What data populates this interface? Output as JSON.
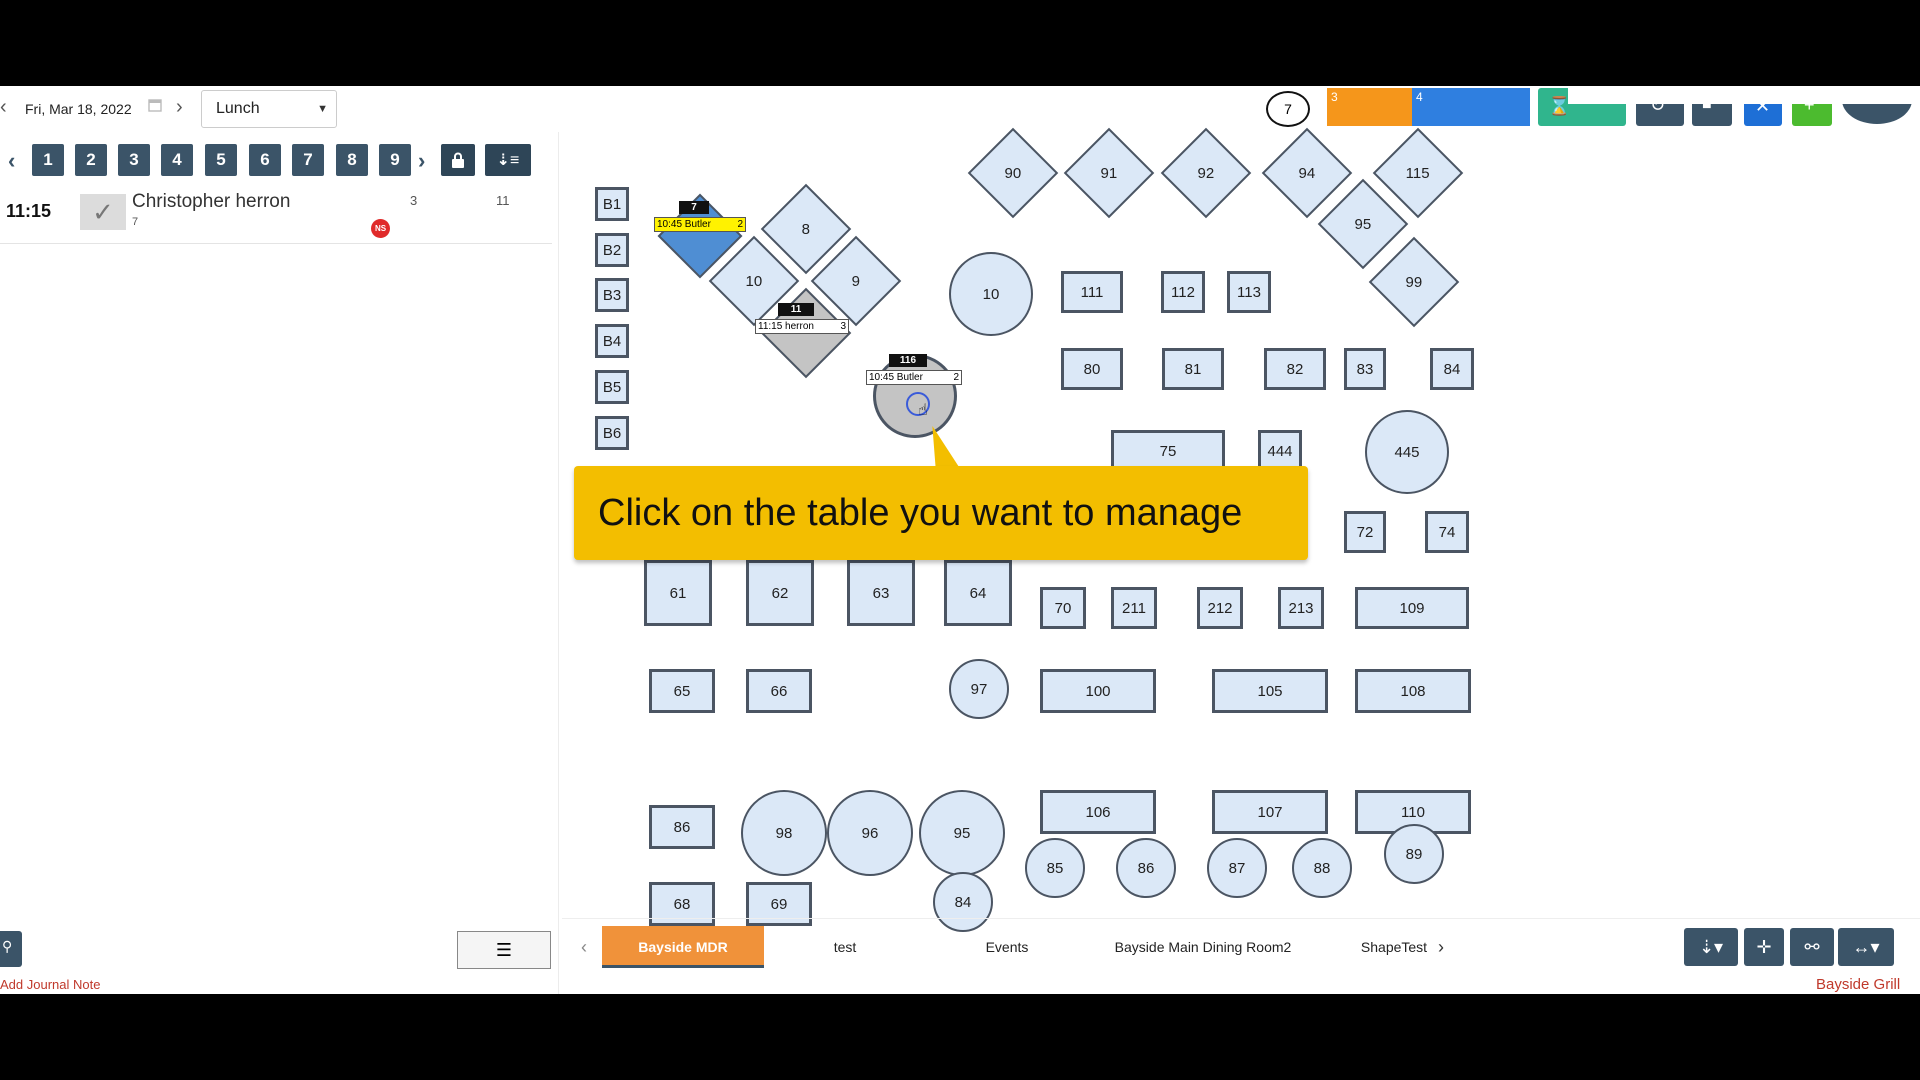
{
  "header": {
    "date": "Fri, Mar 18, 2022",
    "meal": "Lunch",
    "count": "7",
    "stat_orange": "3",
    "stat_blue": "4",
    "colors": {
      "orange": "#f5961b",
      "blue": "#2f7fe0",
      "green": "#30b58d",
      "navy": "#3b5468",
      "dark_blue": "#1e6fd6",
      "lime": "#4cbb2f"
    }
  },
  "numbers": [
    "1",
    "2",
    "3",
    "4",
    "5",
    "6",
    "7",
    "8",
    "9"
  ],
  "reservation": {
    "time": "11:15",
    "name": "Christopher herron",
    "sub": "7",
    "party": "3",
    "table": "11",
    "badge": "NS"
  },
  "floor": {
    "tables": [
      "B1",
      "B2",
      "B3",
      "B4",
      "B5",
      "B6",
      "90",
      "91",
      "92",
      "94",
      "115",
      "95",
      "99",
      "8",
      "10",
      "9",
      "10",
      "111",
      "112",
      "113",
      "80",
      "81",
      "82",
      "83",
      "84",
      "75",
      "444",
      "445",
      "72",
      "74",
      "61",
      "62",
      "63",
      "64",
      "70",
      "211",
      "212",
      "213",
      "109",
      "65",
      "66",
      "97",
      "100",
      "105",
      "108",
      "106",
      "107",
      "110",
      "86",
      "98",
      "96",
      "95",
      "85",
      "86",
      "87",
      "88",
      "89",
      "68",
      "69",
      "84"
    ],
    "tags": [
      {
        "time": "10:45 Butler",
        "party": "2"
      },
      {
        "time": "11:15 herron",
        "party": "3"
      },
      {
        "time": "10:45 Butler",
        "party": "2"
      }
    ],
    "minis": [
      "7",
      "11",
      "116"
    ]
  },
  "callout": "Click on the table you want to manage",
  "tabs": [
    "Bayside MDR",
    "test",
    "Events",
    "Bayside Main Dining Room2",
    "ShapeTest"
  ],
  "footer": {
    "journal": "Add Journal Note",
    "venue": "Bayside Grill"
  }
}
